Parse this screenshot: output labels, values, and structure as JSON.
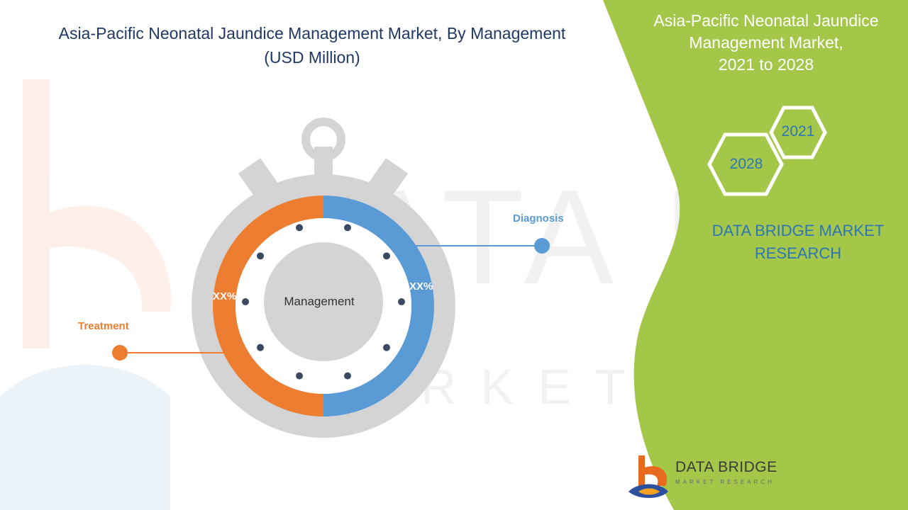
{
  "chart_data": {
    "type": "pie",
    "title": "Asia-Pacific Neonatal Jaundice Management Market, By Management",
    "subtitle": "(USD Million)",
    "center_label": "Management",
    "series": [
      {
        "name": "Diagnosis",
        "value_label": "XX%",
        "share": 50,
        "color": "#5b9bd5",
        "side": "right"
      },
      {
        "name": "Treatment",
        "value_label": "XX%",
        "share": 50,
        "color": "#ed7d31",
        "side": "left"
      }
    ]
  },
  "side_panel": {
    "title_lines": [
      "Asia-Pacific Neonatal Jaundice",
      "Management Market,",
      "2021 to 2028"
    ],
    "hex_years": [
      "2021",
      "2028"
    ],
    "brand_lines": [
      "DATA BRIDGE MARKET",
      "RESEARCH"
    ],
    "background_color": "#a4c74a"
  },
  "logo": {
    "name": "DATA BRIDGE",
    "tagline": "MARKET RESEARCH"
  },
  "watermark": {
    "line1": "DATA BRIDGE",
    "line2": "MARKET RESEARCH"
  },
  "colors": {
    "title": "#1f3864",
    "diagnosis": "#5b9bd5",
    "treatment": "#ed7d31",
    "stopwatch": "#d4d4d4",
    "dots": "#3b4a63"
  }
}
